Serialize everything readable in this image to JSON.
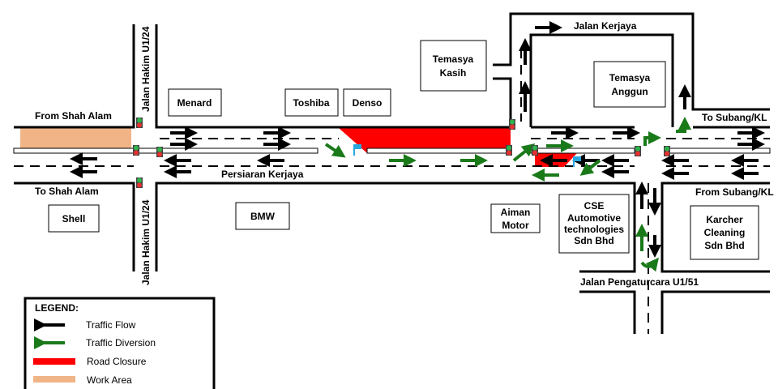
{
  "roads": {
    "main_road": "Persiaran Kerjaya",
    "jalan_hakim_top": "Jalan Hakim U1/24",
    "jalan_hakim_bottom": "Jalan Hakim U1/24",
    "jalan_kerjaya": "Jalan Kerjaya",
    "jalan_pengaturcara": "Jalan Pengaturcara U1/51",
    "from_shah_alam": "From Shah Alam",
    "to_shah_alam": "To Shah Alam",
    "to_subang": "To Subang/KL",
    "from_subang": "From Subang/KL"
  },
  "buildings": {
    "menard": "Menard",
    "toshiba": "Toshiba",
    "denso": "Denso",
    "temasya_kasih": [
      "Temasya",
      "Kasih"
    ],
    "temasya_anggun": [
      "Temasya",
      "Anggun"
    ],
    "shell": "Shell",
    "bmw": "BMW",
    "aiman_motor": [
      "Aiman",
      "Motor"
    ],
    "cse": [
      "CSE",
      "Automotive",
      "technologies",
      "Sdn Bhd"
    ],
    "karcher": [
      "Karcher",
      "Cleaning",
      "Sdn Bhd"
    ]
  },
  "legend": {
    "title": "LEGEND:",
    "items": [
      {
        "label": "Traffic Flow",
        "color": "#000000"
      },
      {
        "label": "Traffic Diversion",
        "color": "#1a7a1a"
      },
      {
        "label": "Road Closure",
        "color": "#ff0000"
      },
      {
        "label": "Work Area",
        "color": "#f0b487"
      }
    ]
  },
  "colors": {
    "closure": "#ff0000",
    "work_area": "#f0b487",
    "diversion": "#1a7a1a",
    "flag": "#29a8e0"
  }
}
